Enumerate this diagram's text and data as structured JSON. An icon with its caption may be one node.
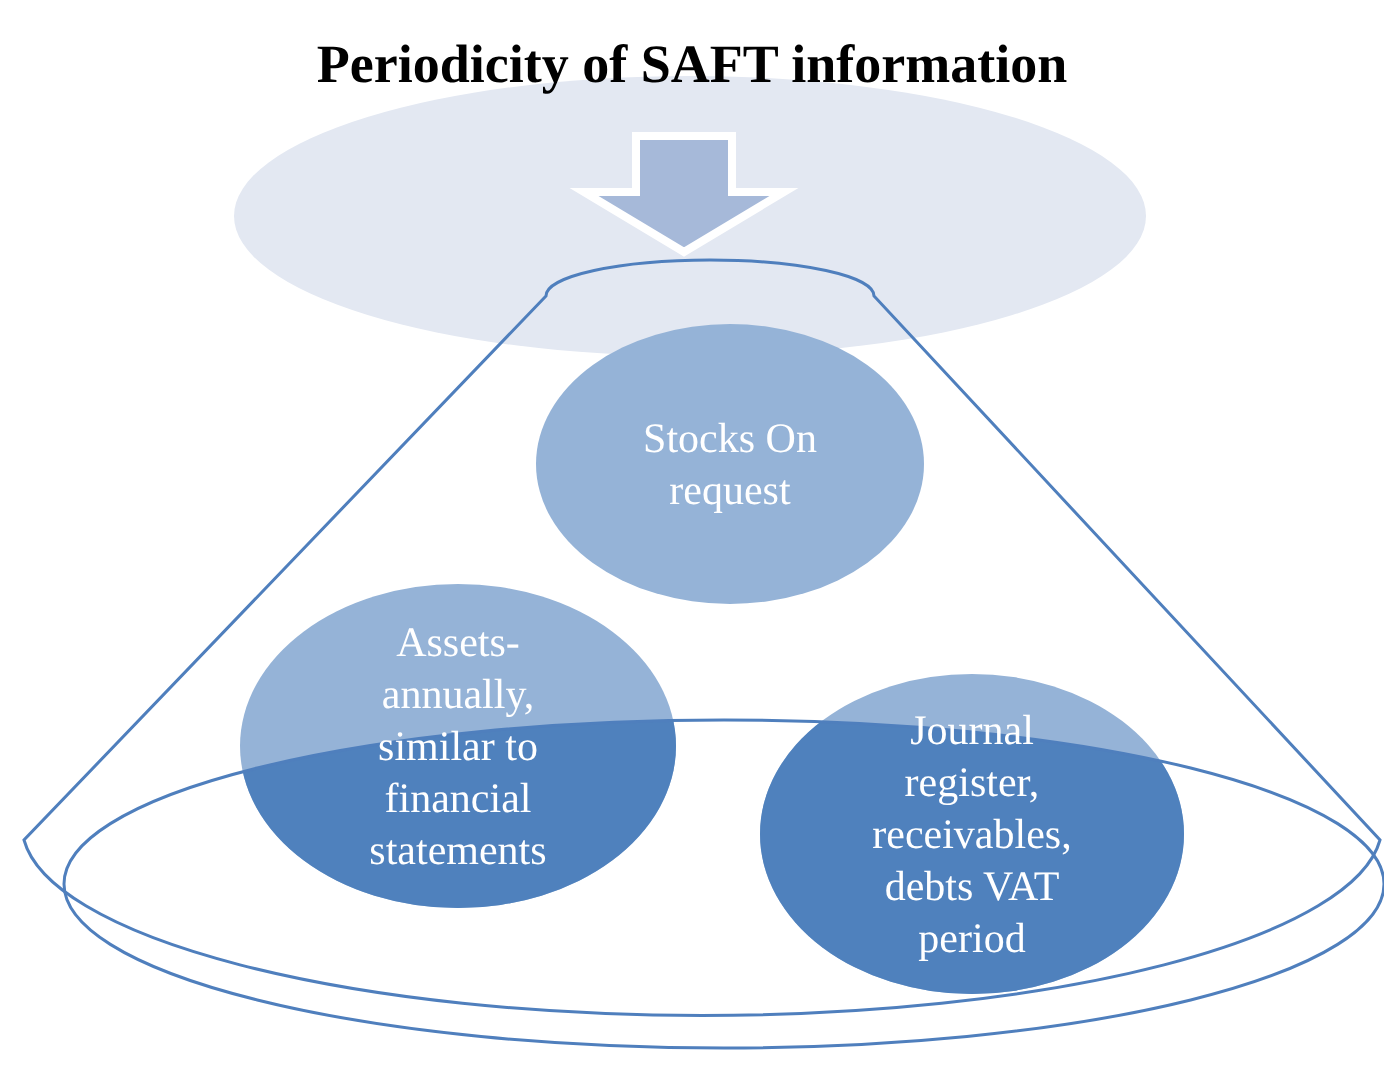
{
  "diagram": {
    "title": "Periodicity of SAFT information",
    "nodes": [
      {
        "text": [
          "Stocks On request"
        ]
      },
      {
        "text": [
          "Assets- annually, similar to financial statements"
        ]
      },
      {
        "text": [
          "Journal register, receivables, debts VAT period"
        ]
      }
    ]
  }
}
